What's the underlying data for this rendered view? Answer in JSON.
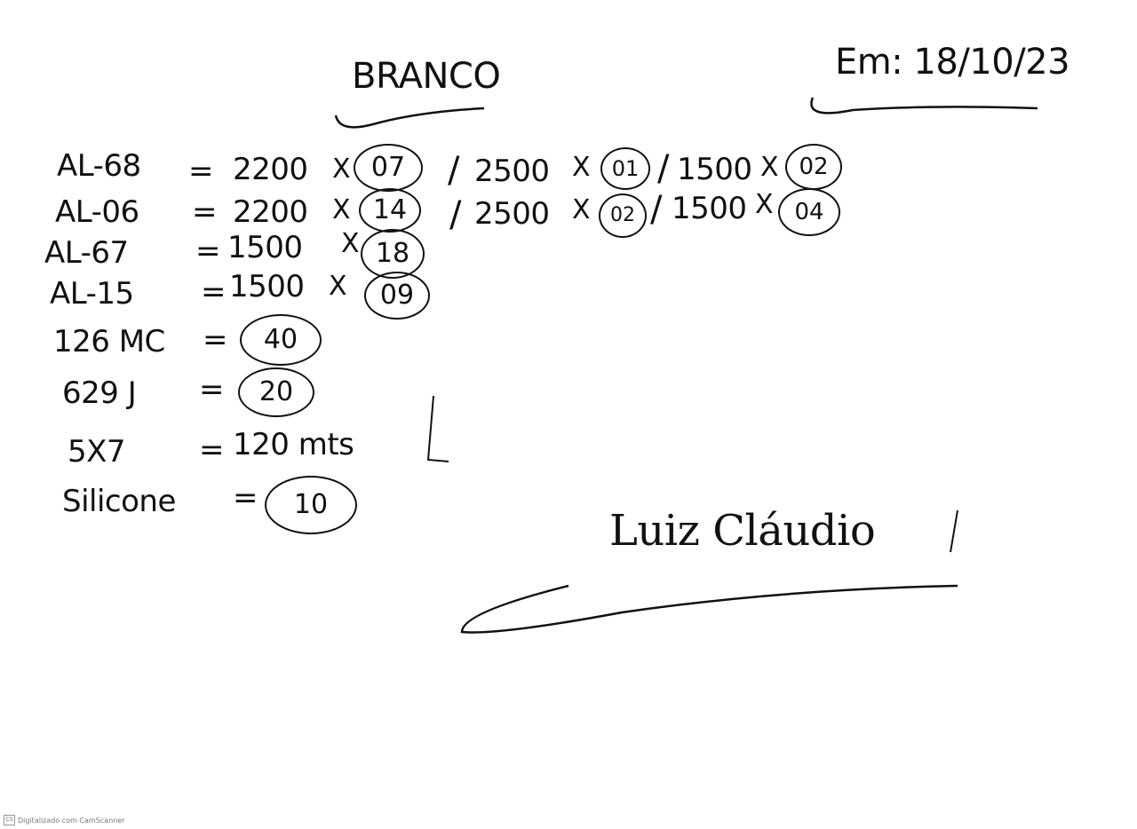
{
  "header": {
    "title": "BRANCO",
    "date_label": "Em: 18/10/23"
  },
  "rows": [
    {
      "code": "AL-68",
      "eq": "=",
      "items": [
        {
          "length": "2200",
          "x": "X",
          "qty": "07"
        },
        {
          "sep": "/",
          "length": "2500",
          "x": "X",
          "qty": "01"
        },
        {
          "sep": "/",
          "length": "1500",
          "x": "X",
          "qty": "02"
        }
      ]
    },
    {
      "code": "AL-06",
      "eq": "=",
      "items": [
        {
          "length": "2200",
          "x": "X",
          "qty": "14"
        },
        {
          "sep": "/",
          "length": "2500",
          "x": "X",
          "qty": "02"
        },
        {
          "sep": "/",
          "length": "1500",
          "x": "X",
          "qty": "04"
        }
      ]
    },
    {
      "code": "AL-67",
      "eq": "=",
      "items": [
        {
          "length": "1500",
          "x": "X",
          "qty": "18"
        }
      ]
    },
    {
      "code": "AL-15",
      "eq": "=",
      "items": [
        {
          "length": "1500",
          "x": "X",
          "qty": "09"
        }
      ]
    }
  ],
  "extras": [
    {
      "code": "126 MC",
      "eq": "=",
      "qty": "40"
    },
    {
      "code": "629 J",
      "eq": "=",
      "qty": "20"
    },
    {
      "code": "5X7",
      "eq": "=",
      "value": "120 mts"
    },
    {
      "code": "Silicone",
      "eq": "=",
      "qty": "10"
    }
  ],
  "signature_name": "Luiz Cláudio",
  "footer": {
    "badge": "CS",
    "text": "Digitalizado com CamScanner"
  }
}
